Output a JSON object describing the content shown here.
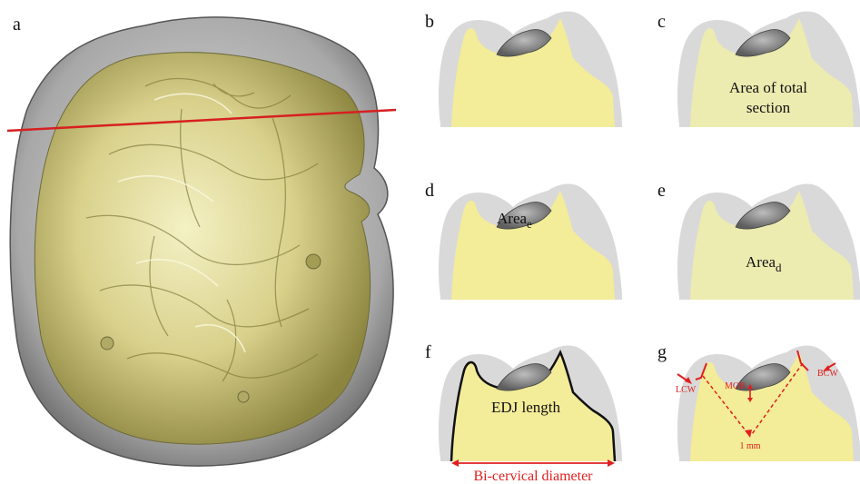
{
  "panels": {
    "a": {
      "label": "a"
    },
    "b": {
      "label": "b"
    },
    "c": {
      "label": "c",
      "text_line1": "Area of total",
      "text_line2": "section"
    },
    "d": {
      "label": "d",
      "area_base": "Area",
      "area_sub": "e"
    },
    "e": {
      "label": "e",
      "area_base": "Area",
      "area_sub": "d"
    },
    "f": {
      "label": "f",
      "edj_text": "EDJ length",
      "bicervical_text": "Bi-cervical diameter"
    },
    "g": {
      "label": "g",
      "lcw": "LCW",
      "mob": "MOB",
      "bcw": "BCW",
      "scale": "1 mm"
    }
  },
  "colors": {
    "enamel": "#d9d9d9",
    "dentine": "#f3ec98",
    "dentine_pale": "#ecebb0",
    "cap": "#8c8c8c",
    "section_line": "#d62020",
    "annotation": "#e02020",
    "edj_outline": "#111111"
  }
}
